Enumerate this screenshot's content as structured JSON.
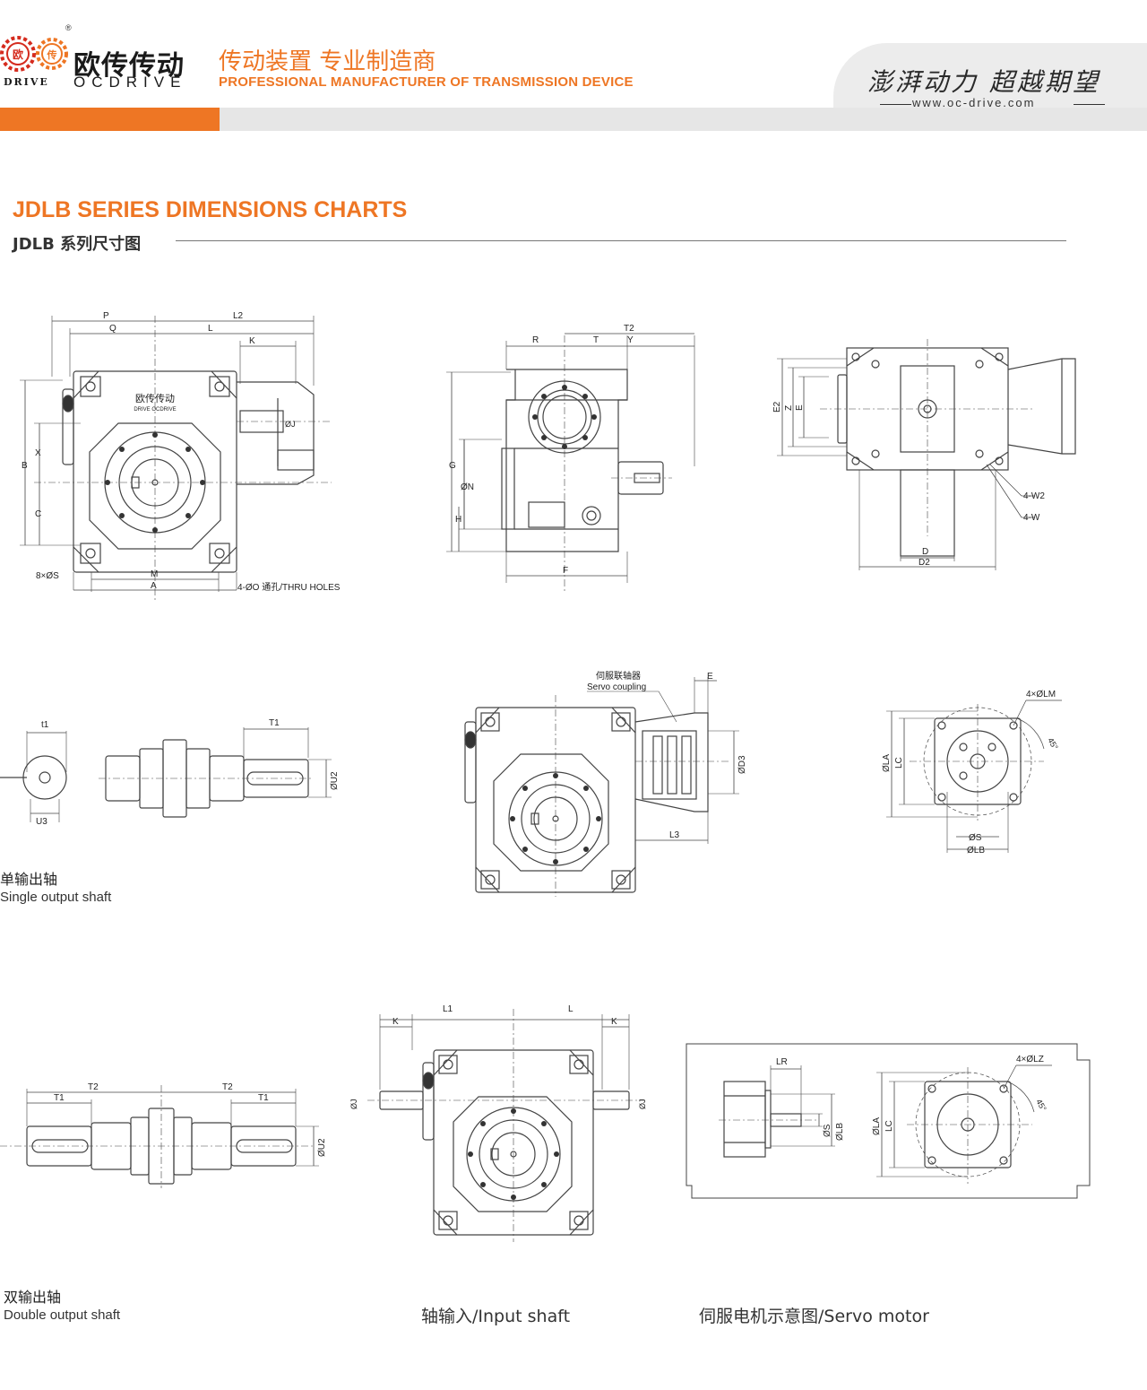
{
  "header": {
    "logo_char_left": "欧",
    "logo_char_right": "传",
    "logo_drive": "DRIVE",
    "registered": "®",
    "brand_cn": "欧传传动",
    "brand_en": "OCDRIVE",
    "tagline_cn": "传动装置 专业制造商",
    "tagline_en": "PROFESSIONAL MANUFACTURER OF TRANSMISSION DEVICE",
    "slogan_cn": "澎湃动力 超越期望",
    "url": "www.oc-drive.com",
    "accent_color": "#ee7624"
  },
  "section": {
    "title_en": "JDLB SERIES DIMENSIONS CHARTS",
    "title_cn": "JDLB 系列尺寸图"
  },
  "views": {
    "front": {
      "labels": {
        "P": "P",
        "L2": "L2",
        "Q": "Q",
        "L": "L",
        "K": "K",
        "B": "B",
        "X": "X",
        "C": "C",
        "J": "ØJ",
        "S": "8×ØS",
        "M": "M",
        "A": "A",
        "holes": "4-ØO 通孔/THRU HOLES"
      },
      "plate_cn": "欧传传动",
      "plate_en": "DRIVE  OCDRIVE"
    },
    "side": {
      "labels": {
        "R": "R",
        "T": "T",
        "T2": "T2",
        "Y": "Y",
        "G": "G",
        "N": "ØN",
        "H": "H",
        "F": "F"
      }
    },
    "top": {
      "labels": {
        "E2": "E2",
        "Z": "Z",
        "E": "E",
        "W2": "4-W2",
        "W": "4-W",
        "D": "D",
        "D2": "D2"
      }
    },
    "single_shaft": {
      "labels": {
        "t1": "t1",
        "T1": "T1",
        "U3": "U3",
        "U2": "ØU2"
      },
      "caption_cn": "单输出轴",
      "caption_en": "Single output shaft"
    },
    "servo_coupling": {
      "labels": {
        "coupling_cn": "伺服联轴器",
        "coupling_en": "Servo coupling",
        "E": "E",
        "D3": "ØD3",
        "L3": "L3"
      }
    },
    "flange": {
      "labels": {
        "LM": "4×ØLM",
        "angle": "45°",
        "LA": "ØLA",
        "LC": "LC",
        "S": "ØS",
        "LB": "ØLB"
      }
    },
    "double_shaft": {
      "labels": {
        "T2a": "T2",
        "T2b": "T2",
        "T1a": "T1",
        "T1b": "T1",
        "U2": "ØU2"
      },
      "caption_cn": "双输出轴",
      "caption_en": "Double output shaft"
    },
    "input_shaft": {
      "labels": {
        "K1": "K",
        "L1": "L1",
        "L": "L",
        "K2": "K",
        "J1": "ØJ",
        "J2": "ØJ"
      },
      "caption": "轴输入/Input shaft"
    },
    "servo_motor": {
      "labels": {
        "LR": "LR",
        "LZ": "4×ØLZ",
        "angle": "45°",
        "S": "ØS",
        "LB": "ØLB",
        "LA": "ØLA",
        "LC": "LC"
      },
      "caption": "伺服电机示意图/Servo motor"
    }
  }
}
